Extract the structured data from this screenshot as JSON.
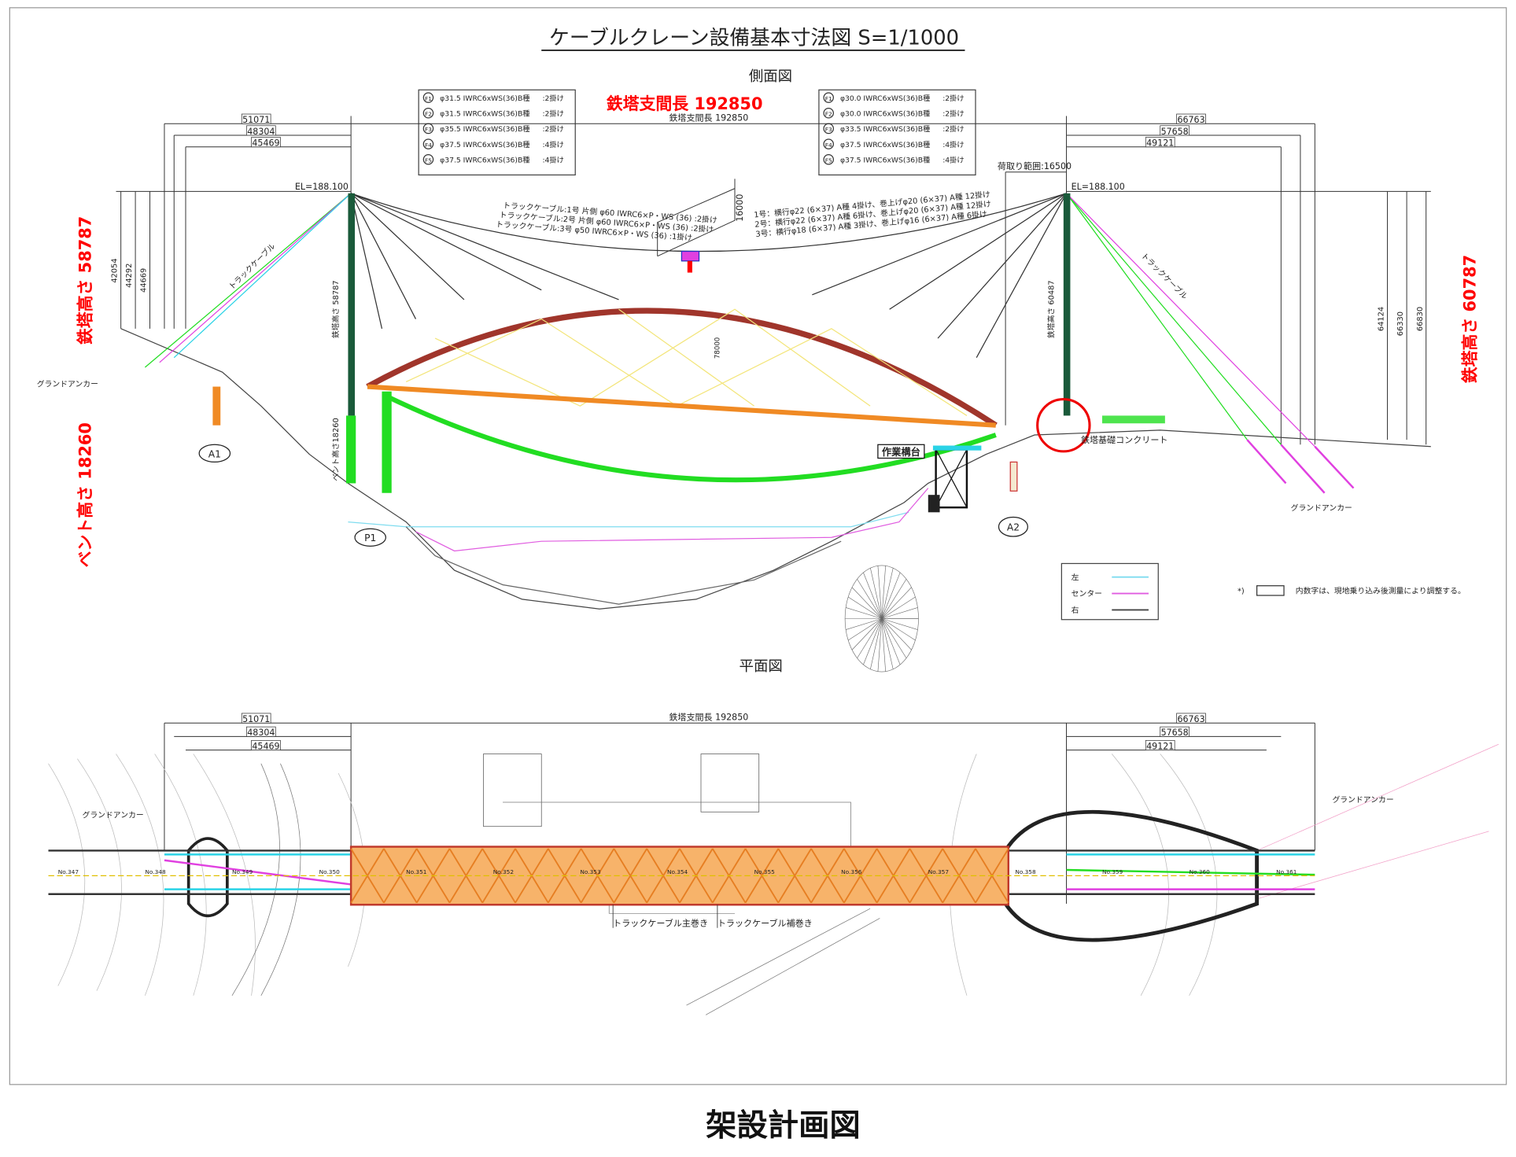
{
  "drawing": {
    "title": "ケーブルクレーン設備基本寸法図 S=1/1000",
    "side_view_label": "側面図",
    "plan_view_label": "平面図",
    "caption": "架設計画図"
  },
  "annotations": {
    "span_length": "鉄塔支間長 192850",
    "left_tower_height": "鉄塔高さ 58787",
    "bent_height": "ベント高さ 18260",
    "right_tower_height": "鉄塔高さ 60787"
  },
  "cable_specs_left": [
    {
      "id": "F1",
      "spec": "φ31.5 IWRC6xWS(36)B種",
      "count": ":2掛け"
    },
    {
      "id": "F2",
      "spec": "φ31.5 IWRC6xWS(36)B種",
      "count": ":2掛け"
    },
    {
      "id": "F3",
      "spec": "φ35.5 IWRC6xWS(36)B種",
      "count": ":2掛け"
    },
    {
      "id": "F4",
      "spec": "φ37.5 IWRC6xWS(36)B種",
      "count": ":4掛け"
    },
    {
      "id": "F5",
      "spec": "φ37.5 IWRC6xWS(36)B種",
      "count": ":4掛け"
    }
  ],
  "cable_specs_right": [
    {
      "id": "F1",
      "spec": "φ30.0 IWRC6xWS(36)B種",
      "count": ":2掛け"
    },
    {
      "id": "F2",
      "spec": "φ30.0 IWRC6xWS(36)B種",
      "count": ":2掛け"
    },
    {
      "id": "F3",
      "spec": "φ33.5 IWRC6xWS(36)B種",
      "count": ":2掛け"
    },
    {
      "id": "F4",
      "spec": "φ37.5 IWRC6xWS(36)B種",
      "count": ":4掛け"
    },
    {
      "id": "F5",
      "spec": "φ37.5 IWRC6xWS(36)B種",
      "count": ":4掛け"
    }
  ],
  "side_view": {
    "span_small": "鉄塔支間長 192850",
    "dims_left": [
      "51071",
      "48304",
      "45469"
    ],
    "dims_right": [
      "66763",
      "57658",
      "49121"
    ],
    "el_left": "EL=188.100",
    "el_right": "EL=188.100",
    "load_range": "荷取り範囲:16500",
    "sag": "16000",
    "track_cables": [
      "トラックケーブル:1号 片側 φ60 IWRC6×P・WS (36) :2掛け",
      "トラックケーブル:2号 片側 φ60 IWRC6×P・WS (36) :2掛け",
      "トラックケーブル:3号 φ50 IWRC6×P・WS (36) :1掛け"
    ],
    "hoist_cables": [
      "1号：横行φ22 (6×37) A種 4掛け、巻上げφ20 (6×37) A種 12掛け",
      "2号：横行φ22 (6×37) A種 6掛け、巻上げφ20 (6×37) A種 12掛け",
      "3号：横行φ18 (6×37) A種 3掛け、巻上げφ16 (6×37) A種 6掛け"
    ],
    "track_cable_label": "トラックケーブル",
    "tower_left_small": "鉄塔高さ 58787",
    "tower_right_small": "鉄塔高さ 60487",
    "bent_small": "ベント高さ18260",
    "left_dims_vertical": [
      "42054",
      "44292",
      "44669"
    ],
    "right_dims_vertical": [
      "64124",
      "66330",
      "66830"
    ],
    "ground_anchor_left": "グランドアンカー",
    "ground_anchor_right": "グランドアンカー",
    "abutment_a1": "A1",
    "pier_p1": "P1",
    "abutment_a2": "A2",
    "work_platform": "作業構台",
    "tower_foundation": "鉄塔基礎コンクリート",
    "arch_rise": "78000"
  },
  "legend": {
    "items": [
      {
        "label": "左",
        "color": "#7fdcef"
      },
      {
        "label": "センター",
        "color": "#e05ce0"
      },
      {
        "label": "右",
        "color": "#444444"
      }
    ]
  },
  "note": {
    "mark": "*)",
    "text": "内数字は、現地乗り込み後測量により調整する。"
  },
  "plan_view": {
    "span_small": "鉄塔支間長 192850",
    "dims_left": [
      "51071",
      "48304",
      "45469"
    ],
    "dims_right": [
      "66763",
      "57658",
      "49121"
    ],
    "ground_anchor_left": "グランドアンカー",
    "ground_anchor_right": "グランドアンカー",
    "main_winding": "トラックケーブル主巻き",
    "aux_winding": "トラックケーブル補巻き",
    "stations": [
      "No.347",
      "No.348",
      "No.349",
      "No.350",
      "No.351",
      "No.352",
      "No.353",
      "No.354",
      "No.355",
      "No.356",
      "No.357",
      "No.358",
      "No.359",
      "No.360",
      "No.361"
    ]
  },
  "colors": {
    "annotation_red": "#ff0000",
    "arch": "#c0392b",
    "girder": "#f08a24",
    "cable_green": "#22dd22",
    "tower": "#1a7a2a",
    "cyan": "#2ad3e6",
    "magenta": "#e040e0"
  }
}
